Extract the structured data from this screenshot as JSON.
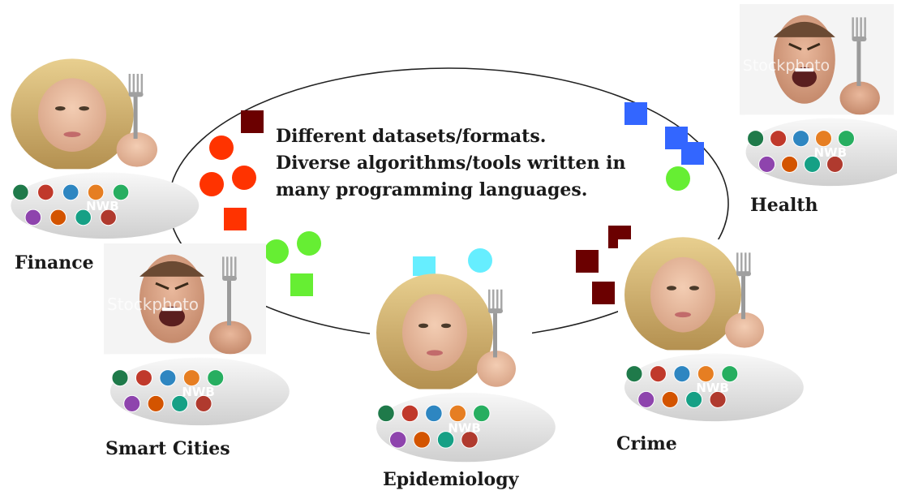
{
  "center_text": {
    "line1": "Different datasets/formats.",
    "line2": "Diverse algorithms/tools written in",
    "line3": "many programming languages."
  },
  "groups": [
    {
      "id": "finance",
      "label": "Finance",
      "person": "woman",
      "watermark": ""
    },
    {
      "id": "smart-cities",
      "label": "Smart Cities",
      "person": "man",
      "watermark": "Stockphoto"
    },
    {
      "id": "epidemiology",
      "label": "Epidemiology",
      "person": "woman",
      "watermark": ""
    },
    {
      "id": "crime",
      "label": "Crime",
      "person": "woman",
      "watermark": ""
    },
    {
      "id": "health",
      "label": "Health",
      "person": "man",
      "watermark": "Stockphoto"
    }
  ],
  "plate_badge_text": "NWB",
  "colors": {
    "red": "#ff3300",
    "dark_red": "#6b0000",
    "blue": "#3366ff",
    "green": "#66ee33",
    "cyan": "#66eeff",
    "ellipse_stroke": "#222222"
  },
  "markers": [
    {
      "shape": "square",
      "color": "dark_red"
    },
    {
      "shape": "circle",
      "color": "red"
    },
    {
      "shape": "circle",
      "color": "red"
    },
    {
      "shape": "circle",
      "color": "red"
    },
    {
      "shape": "square",
      "color": "red"
    },
    {
      "shape": "circle",
      "color": "green"
    },
    {
      "shape": "circle",
      "color": "green"
    },
    {
      "shape": "square",
      "color": "green"
    },
    {
      "shape": "square",
      "color": "cyan"
    },
    {
      "shape": "circle",
      "color": "cyan"
    },
    {
      "shape": "circle",
      "color": "cyan"
    },
    {
      "shape": "square",
      "color": "dark_red"
    },
    {
      "shape": "square",
      "color": "dark_red"
    },
    {
      "shape": "square",
      "color": "dark_red"
    },
    {
      "shape": "square",
      "color": "blue"
    },
    {
      "shape": "square",
      "color": "blue"
    },
    {
      "shape": "square",
      "color": "blue"
    },
    {
      "shape": "circle",
      "color": "green"
    }
  ]
}
